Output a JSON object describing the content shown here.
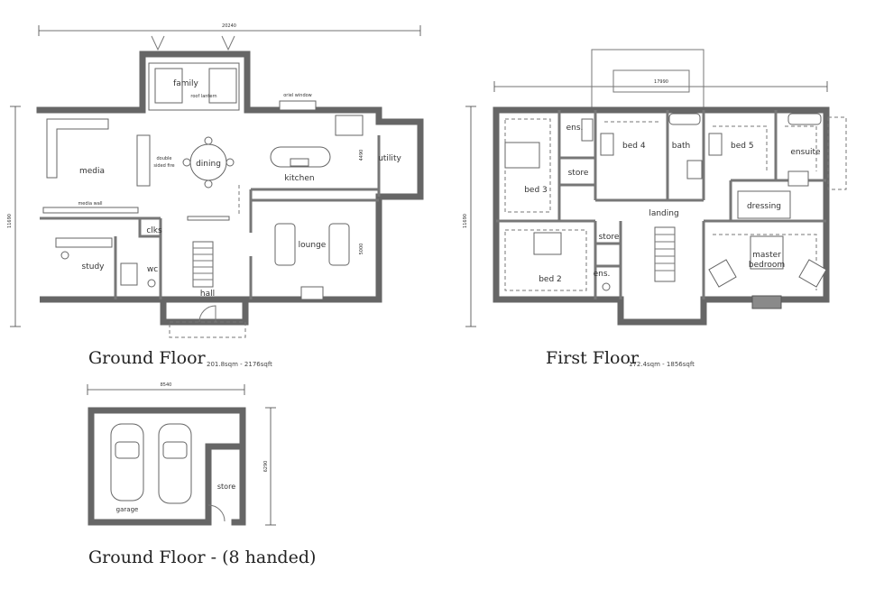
{
  "ground_floor": {
    "title": "Ground Floor",
    "area": "201.8sqm - 2176sqft",
    "dim_width": "20240",
    "dim_height": "11690",
    "dim_kitchen": "4490",
    "dim_lounge": "5000",
    "rooms": {
      "family": "family",
      "roof_lantern": "roof lantern",
      "oriel_window": "oriel window",
      "media": "media",
      "double_sided_fire_1": "double",
      "double_sided_fire_2": "sided fire",
      "dining": "dining",
      "kitchen": "kitchen",
      "utility": "utility",
      "media_wall": "media wall",
      "clks": "clks",
      "study": "study",
      "wc": "wc",
      "hall": "hall",
      "lounge": "lounge"
    }
  },
  "first_floor": {
    "title": "First Floor",
    "area": "172.4sqm - 1856sqft",
    "dim_width": "17990",
    "dim_height": "11690",
    "rooms": {
      "ens_top": "ens.",
      "bed4": "bed 4",
      "bath": "bath",
      "bed5": "bed 5",
      "ensuite": "ensuite",
      "store_top": "store",
      "bed3": "bed 3",
      "landing": "landing",
      "dressing": "dressing",
      "store_mid": "store",
      "master_1": "master",
      "master_2": "bedroom",
      "ens_bottom": "ens.",
      "bed2": "bed 2"
    }
  },
  "garage_plan": {
    "title": "Ground Floor - (8 handed)",
    "dim_width": "8540",
    "dim_height": "6290",
    "rooms": {
      "garage": "garage",
      "store": "store"
    }
  }
}
